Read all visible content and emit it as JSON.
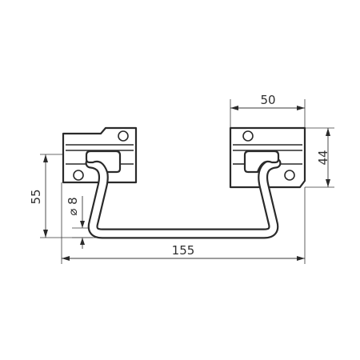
{
  "drawing": {
    "dimensions": {
      "plate_width": "50",
      "plate_height": "44",
      "handle_height": "55",
      "rod_diameter": "⌀ 8",
      "overall_length": "155"
    }
  }
}
